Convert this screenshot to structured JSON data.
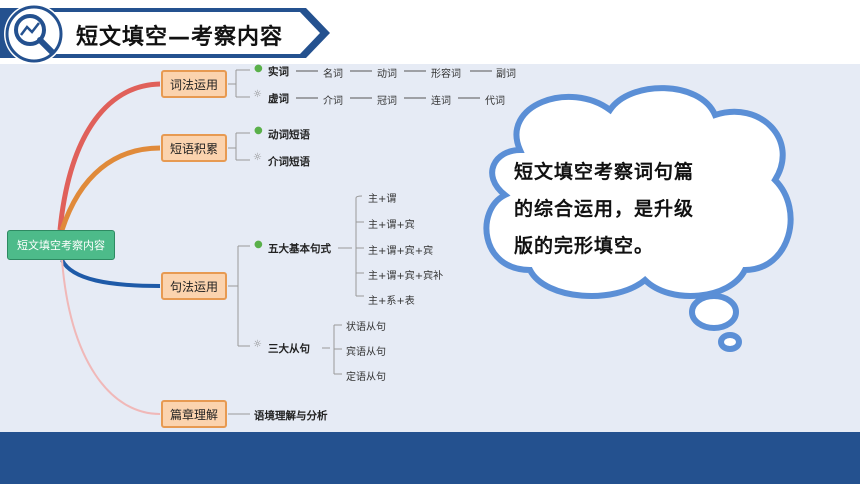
{
  "header": {
    "title": "短文填空—考察内容",
    "logo_icon": "magnifier-chart-icon"
  },
  "mindmap": {
    "root": "短文填空考察内容",
    "categories": [
      {
        "label": "词法运用",
        "branches": [
          {
            "label": "实词",
            "icon": "green-dot-icon",
            "items": [
              "名词",
              "动词",
              "形容词",
              "副词"
            ]
          },
          {
            "label": "虚词",
            "icon": "bulb-icon",
            "items": [
              "介词",
              "冠词",
              "连词",
              "代词"
            ]
          }
        ]
      },
      {
        "label": "短语积累",
        "branches": [
          {
            "label": "动词短语",
            "icon": "green-dot-icon"
          },
          {
            "label": "介词短语",
            "icon": "bulb-icon"
          }
        ]
      },
      {
        "label": "句法运用",
        "branches": [
          {
            "label": "五大基本句式",
            "icon": "green-dot-icon",
            "items": [
              "主+谓",
              "主+谓+宾",
              "主+谓+宾+宾",
              "主+谓+宾+宾补",
              "主+系+表"
            ]
          },
          {
            "label": "三大从句",
            "icon": "bulb-icon",
            "items": [
              "状语从句",
              "宾语从句",
              "定语从句"
            ]
          }
        ]
      },
      {
        "label": "篇章理解",
        "branches": [
          {
            "label": "语境理解与分析"
          }
        ]
      }
    ]
  },
  "callout": {
    "lines": [
      "短文填空考察词句篇",
      "的综合运用，是升级",
      "版的完形填空。"
    ]
  },
  "colors": {
    "banner": "#24518f",
    "root": "#4dbb8a",
    "category_fill": "#fbd3ae",
    "category_border": "#e79a52",
    "branch_red": "#e0605a",
    "branch_orange": "#e08a3a",
    "branch_blue": "#1e5aa8",
    "branch_pink": "#f0b8b8",
    "cloud_border": "#5b8fd6"
  }
}
